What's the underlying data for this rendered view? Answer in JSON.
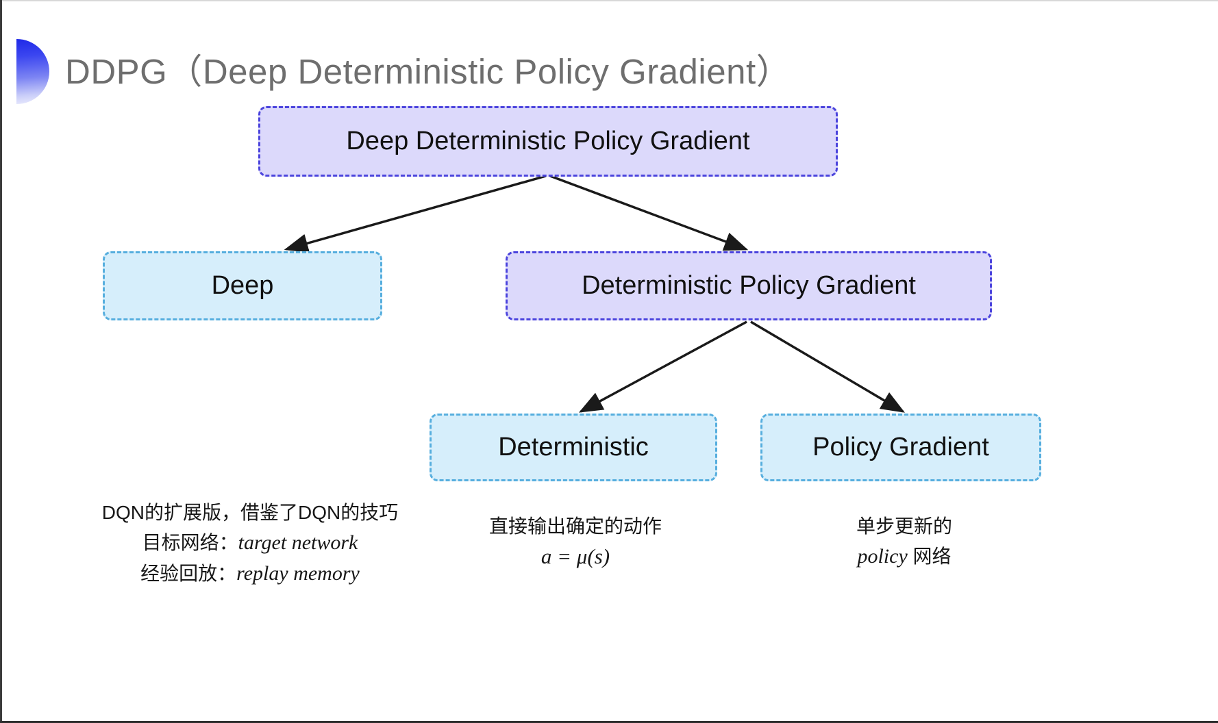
{
  "slide": {
    "title": "DDPG（Deep Deterministic Policy Gradient）",
    "background_color": "#ffffff",
    "bullet_icon": "half-circle-gradient-bullet",
    "title_color": "#6e6e6e"
  },
  "colors": {
    "purple_fill": "#dcd9fb",
    "purple_border": "#4b44dd",
    "cyan_fill": "#d6eefb",
    "cyan_border": "#56aede",
    "arrow": "#1a1a1a",
    "text": "#111111"
  },
  "diagram": {
    "nodes": [
      {
        "id": "root",
        "label": "Deep Deterministic Policy Gradient",
        "style": "purple"
      },
      {
        "id": "deep",
        "label": "Deep",
        "style": "cyan"
      },
      {
        "id": "dpg",
        "label": "Deterministic Policy Gradient",
        "style": "purple"
      },
      {
        "id": "deterministic",
        "label": "Deterministic",
        "style": "cyan"
      },
      {
        "id": "policy_gradient",
        "label": "Policy Gradient",
        "style": "cyan"
      }
    ],
    "edges": [
      {
        "from": "root",
        "to": "deep"
      },
      {
        "from": "root",
        "to": "dpg"
      },
      {
        "from": "dpg",
        "to": "deterministic"
      },
      {
        "from": "dpg",
        "to": "policy_gradient"
      }
    ]
  },
  "captions": {
    "deep": {
      "line1": "DQN的扩展版，借鉴了DQN的技巧",
      "line2_label": "目标网络：",
      "line2_term": "target network",
      "line3_label": "经验回放：",
      "line3_term": "replay memory"
    },
    "deterministic": {
      "line1": "直接输出确定的动作",
      "formula": "a = μ(s)"
    },
    "policy_gradient": {
      "line1": "单步更新的",
      "line2_term": "policy",
      "line2_suffix": " 网络"
    }
  }
}
